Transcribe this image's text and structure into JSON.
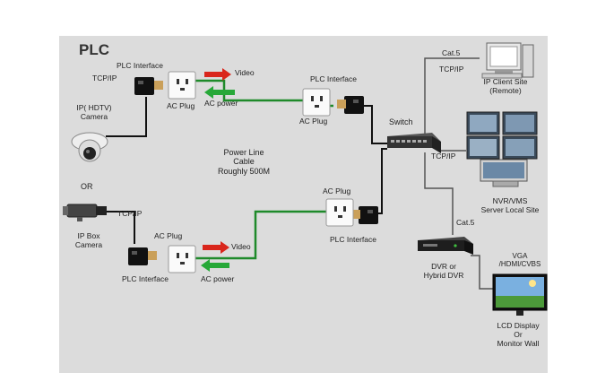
{
  "title": "PLC",
  "labels": {
    "plc_interface_top": "PLC Interface",
    "tcpip_top_left": "TCP/IP",
    "video_top": "Video",
    "ac_power_top": "AC power",
    "ac_plug_top_left": "AC Plug",
    "plc_interface_top_right": "PLC Interface",
    "ac_plug_top_right": "AC Plug",
    "ip_hdtv_camera": [
      "IP( HDTV)",
      "Camera"
    ],
    "power_line_cable": [
      "Power Line",
      "Cable",
      "Roughly 500M"
    ],
    "switch": "Switch",
    "or_mid": "OR",
    "tcpip_bottom_left": "TCP/IP",
    "ip_box_camera": [
      "IP Box",
      "Camera"
    ],
    "ac_plug_bottom_left": "AC Plug",
    "video_bottom": "Video",
    "plc_interface_bottom_left": "PLC Interface",
    "ac_power_bottom": "AC power",
    "ac_plug_bottom_right": "AC Plug",
    "plc_interface_bottom_right": "PLC Interface",
    "cat5_top": "Cat.5",
    "tcpip_top_right": "TCP/IP",
    "ip_client_site": [
      "IP Client Site",
      "(Remote)"
    ],
    "tcpip_right": "TCP/IP",
    "nvr_vms": [
      "NVR/VMS",
      "Server  Local Site"
    ],
    "cat5_bottom": "Cat.5",
    "dvr": [
      "DVR or",
      "Hybrid DVR"
    ],
    "vga": [
      "VGA",
      "/HDMI/CVBS"
    ],
    "lcd_display": [
      "LCD Display",
      "Or",
      "Monitor Wall"
    ]
  },
  "colors": {
    "panel": "#dcdcdc",
    "power_line": "#1f8a2a",
    "arrow_red": "#d9261c",
    "arrow_green": "#27a838",
    "cable_black": "#111111",
    "cable_gray": "#555555"
  }
}
